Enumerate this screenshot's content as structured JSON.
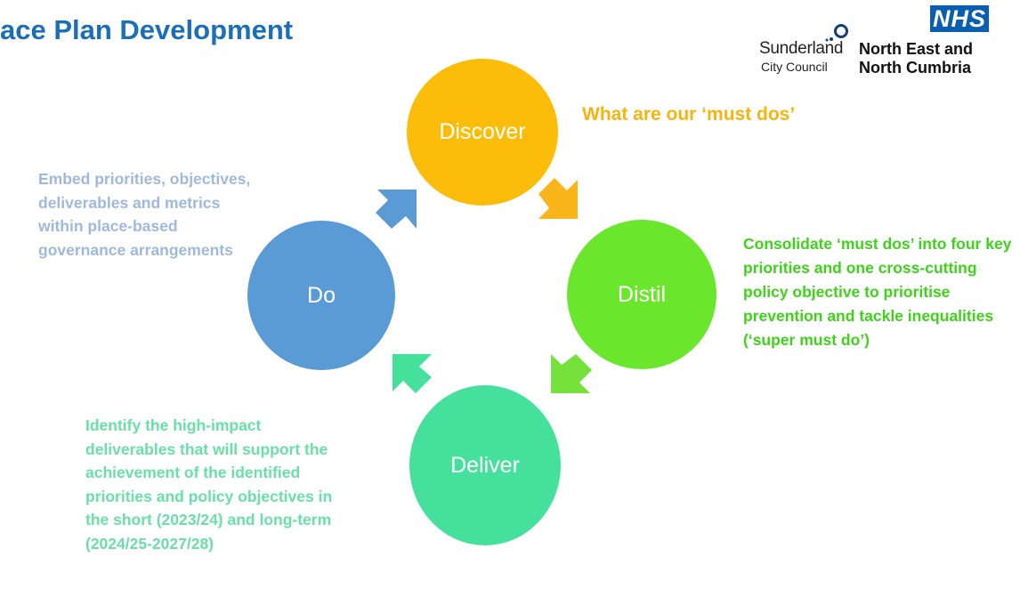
{
  "title": "ace Plan Development",
  "logos": {
    "council_name": "Sunderland",
    "council_sub": "City Council",
    "nhs_badge": "NHS",
    "nhs_org_line1": "North East and",
    "nhs_org_line2": "North Cumbria"
  },
  "stages": {
    "discover": {
      "label": "Discover",
      "color": "#fbbd0a",
      "caption": "What are our ‘must dos’"
    },
    "distil": {
      "label": "Distil",
      "color": "#6ae62c",
      "caption": "Consolidate ‘must dos’ into four key priorities and one cross-cutting policy objective to prioritise prevention and tackle inequalities (‘super must do’)"
    },
    "deliver": {
      "label": "Deliver",
      "color": "#45e09b",
      "caption": "Identify the high-impact deliverables that will support the achievement of the identified priorities and policy objectives in the short (2023/24) and long-term (2024/25-2027/28)"
    },
    "do": {
      "label": "Do",
      "color": "#5b9bd5",
      "caption": "Embed priorities, objectives, deliverables and metrics within place-based governance arrangements"
    }
  },
  "arrow_colors": {
    "discover_to_distil": "#f9b51a",
    "distil_to_deliver": "#74e23a",
    "deliver_to_do": "#45e09b",
    "do_to_discover": "#5b9bd5"
  }
}
